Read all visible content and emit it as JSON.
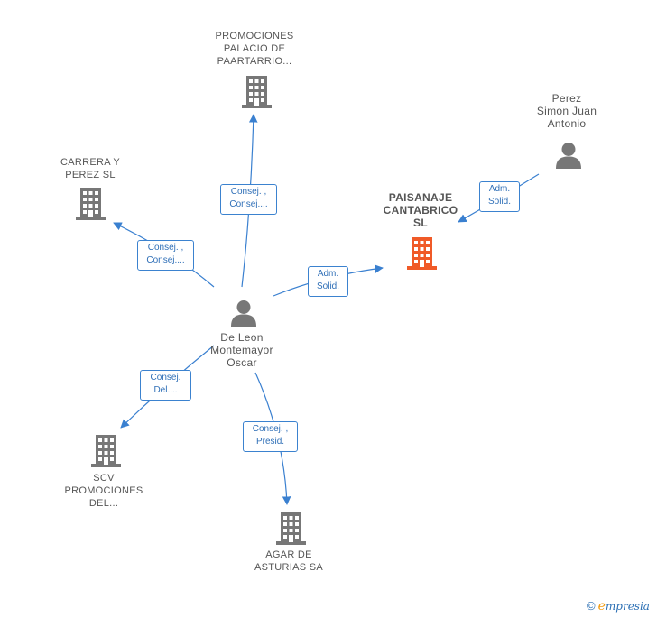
{
  "colors": {
    "edge": "#3a80d0",
    "company": "#777777",
    "company_main": "#f05a28",
    "person": "#777777",
    "role_border": "#3b82cf",
    "role_text": "#2f6fb7"
  },
  "nodes": {
    "promociones_palacio": {
      "lines": [
        "PROMOCIONES",
        "PALACIO DE",
        "PAARTARRIO..."
      ],
      "icon": "building-icon"
    },
    "carrera_perez": {
      "lines": [
        "CARRERA Y",
        "PEREZ SL"
      ],
      "icon": "building-icon"
    },
    "paisanaje": {
      "lines": [
        "PAISANAJE",
        "CANTABRICO",
        "SL"
      ],
      "icon": "building-icon"
    },
    "perez_simon": {
      "lines": [
        "Perez",
        "Simon Juan",
        "Antonio"
      ],
      "icon": "person-icon"
    },
    "de_leon": {
      "lines": [
        "De Leon",
        "Montemayor",
        "Oscar"
      ],
      "icon": "person-icon"
    },
    "scv": {
      "lines": [
        "SCV",
        "PROMOCIONES",
        "DEL..."
      ],
      "icon": "building-icon"
    },
    "agar": {
      "lines": [
        "AGAR DE",
        "ASTURIAS SA"
      ],
      "icon": "building-icon"
    }
  },
  "roles": {
    "to_palacio": [
      "Consej. ,",
      "Consej...."
    ],
    "to_carrera": [
      "Consej. ,",
      "Consej...."
    ],
    "to_paisanaje": [
      "Adm.",
      "Solid."
    ],
    "perez_to_paisanaje": [
      "Adm.",
      "Solid."
    ],
    "to_scv": [
      "Consej.",
      "Del...."
    ],
    "to_agar": [
      "Consej. ,",
      "Presid."
    ]
  },
  "brand": {
    "copyright": "©",
    "initial": "e",
    "rest": "mpresia"
  }
}
